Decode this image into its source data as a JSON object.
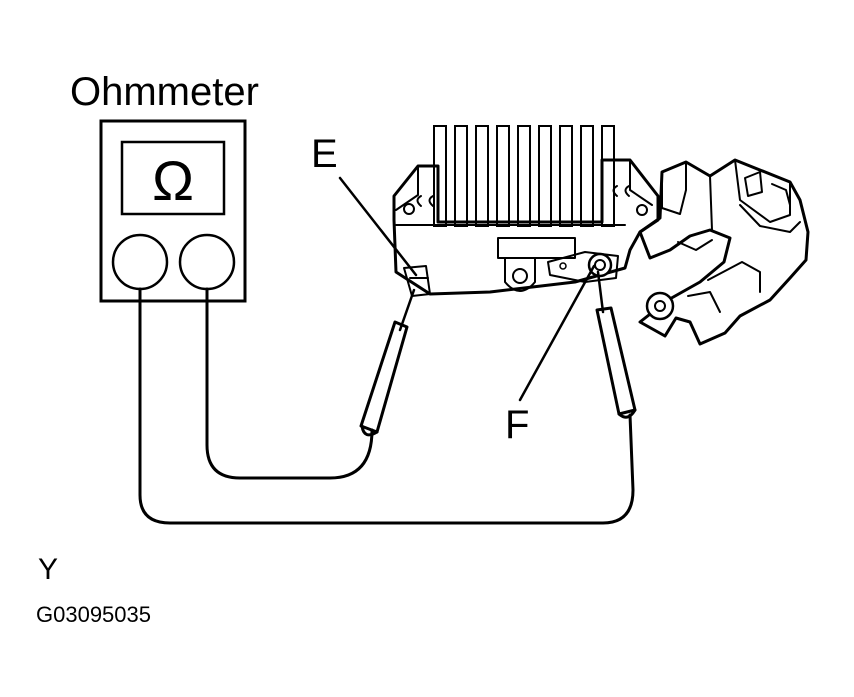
{
  "meter": {
    "title": "Ohmmeter",
    "symbol": "Ω"
  },
  "labels": {
    "terminal_e": "E",
    "terminal_f": "F"
  },
  "footer": {
    "mark": "Y",
    "figure_code": "G03095035"
  },
  "colors": {
    "line": "#000000",
    "background": "#ffffff"
  }
}
